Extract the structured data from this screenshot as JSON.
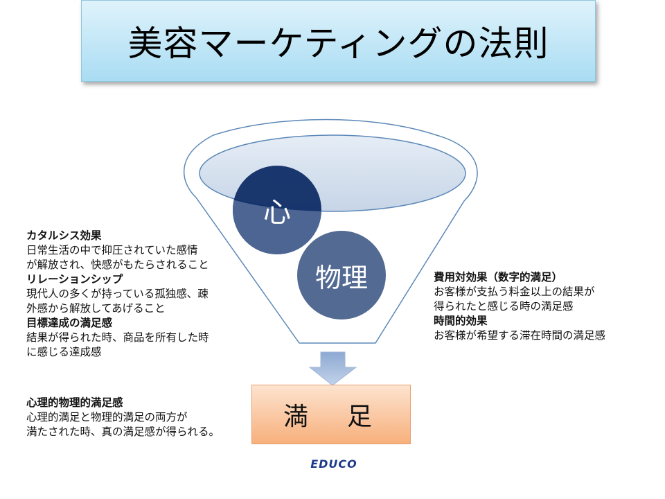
{
  "title": "美容マーケティングの法則",
  "funnel": {
    "circle_top": "心",
    "circle_bottom": "物理",
    "result": "満　足"
  },
  "left_text": [
    {
      "type": "heading",
      "text": "カタルシス効果"
    },
    {
      "type": "body",
      "text": "日常生活の中で抑圧されていた感情"
    },
    {
      "type": "body",
      "text": "が解放され、快感がもたらされること"
    },
    {
      "type": "heading",
      "text": "リレーションシップ"
    },
    {
      "type": "body",
      "text": "現代人の多くが持っている孤独感、疎"
    },
    {
      "type": "body",
      "text": "外感から解放してあげること"
    },
    {
      "type": "heading",
      "text": "目標達成の満足感"
    },
    {
      "type": "body",
      "text": "結果が得られた時、商品を所有した時"
    },
    {
      "type": "body",
      "text": "に感じる達成感"
    }
  ],
  "right_text": [
    {
      "type": "heading",
      "text": "費用対効果（数字的満足）"
    },
    {
      "type": "body",
      "text": "お客様が支払う料金以上の結果が"
    },
    {
      "type": "body",
      "text": "得られたと感じる時の満足感"
    },
    {
      "type": "heading",
      "text": "時間的効果"
    },
    {
      "type": "body",
      "text": "お客様が希望する滞在時間の満足感"
    }
  ],
  "bottom_text": [
    {
      "type": "heading",
      "text": "心理的物理的満足感"
    },
    {
      "type": "body",
      "text": "心理的満足と物理的満足の両方が"
    },
    {
      "type": "body",
      "text": "満たされた時、真の満足感が得られる。"
    }
  ],
  "logo_text": "EDUCO",
  "colors": {
    "circle_dark": "#0f2d66",
    "circle_mid": "#536a92",
    "funnel_fill": "#c9d7e8",
    "funnel_stroke": "#5b88b8",
    "arrow": "#a8bedc"
  }
}
